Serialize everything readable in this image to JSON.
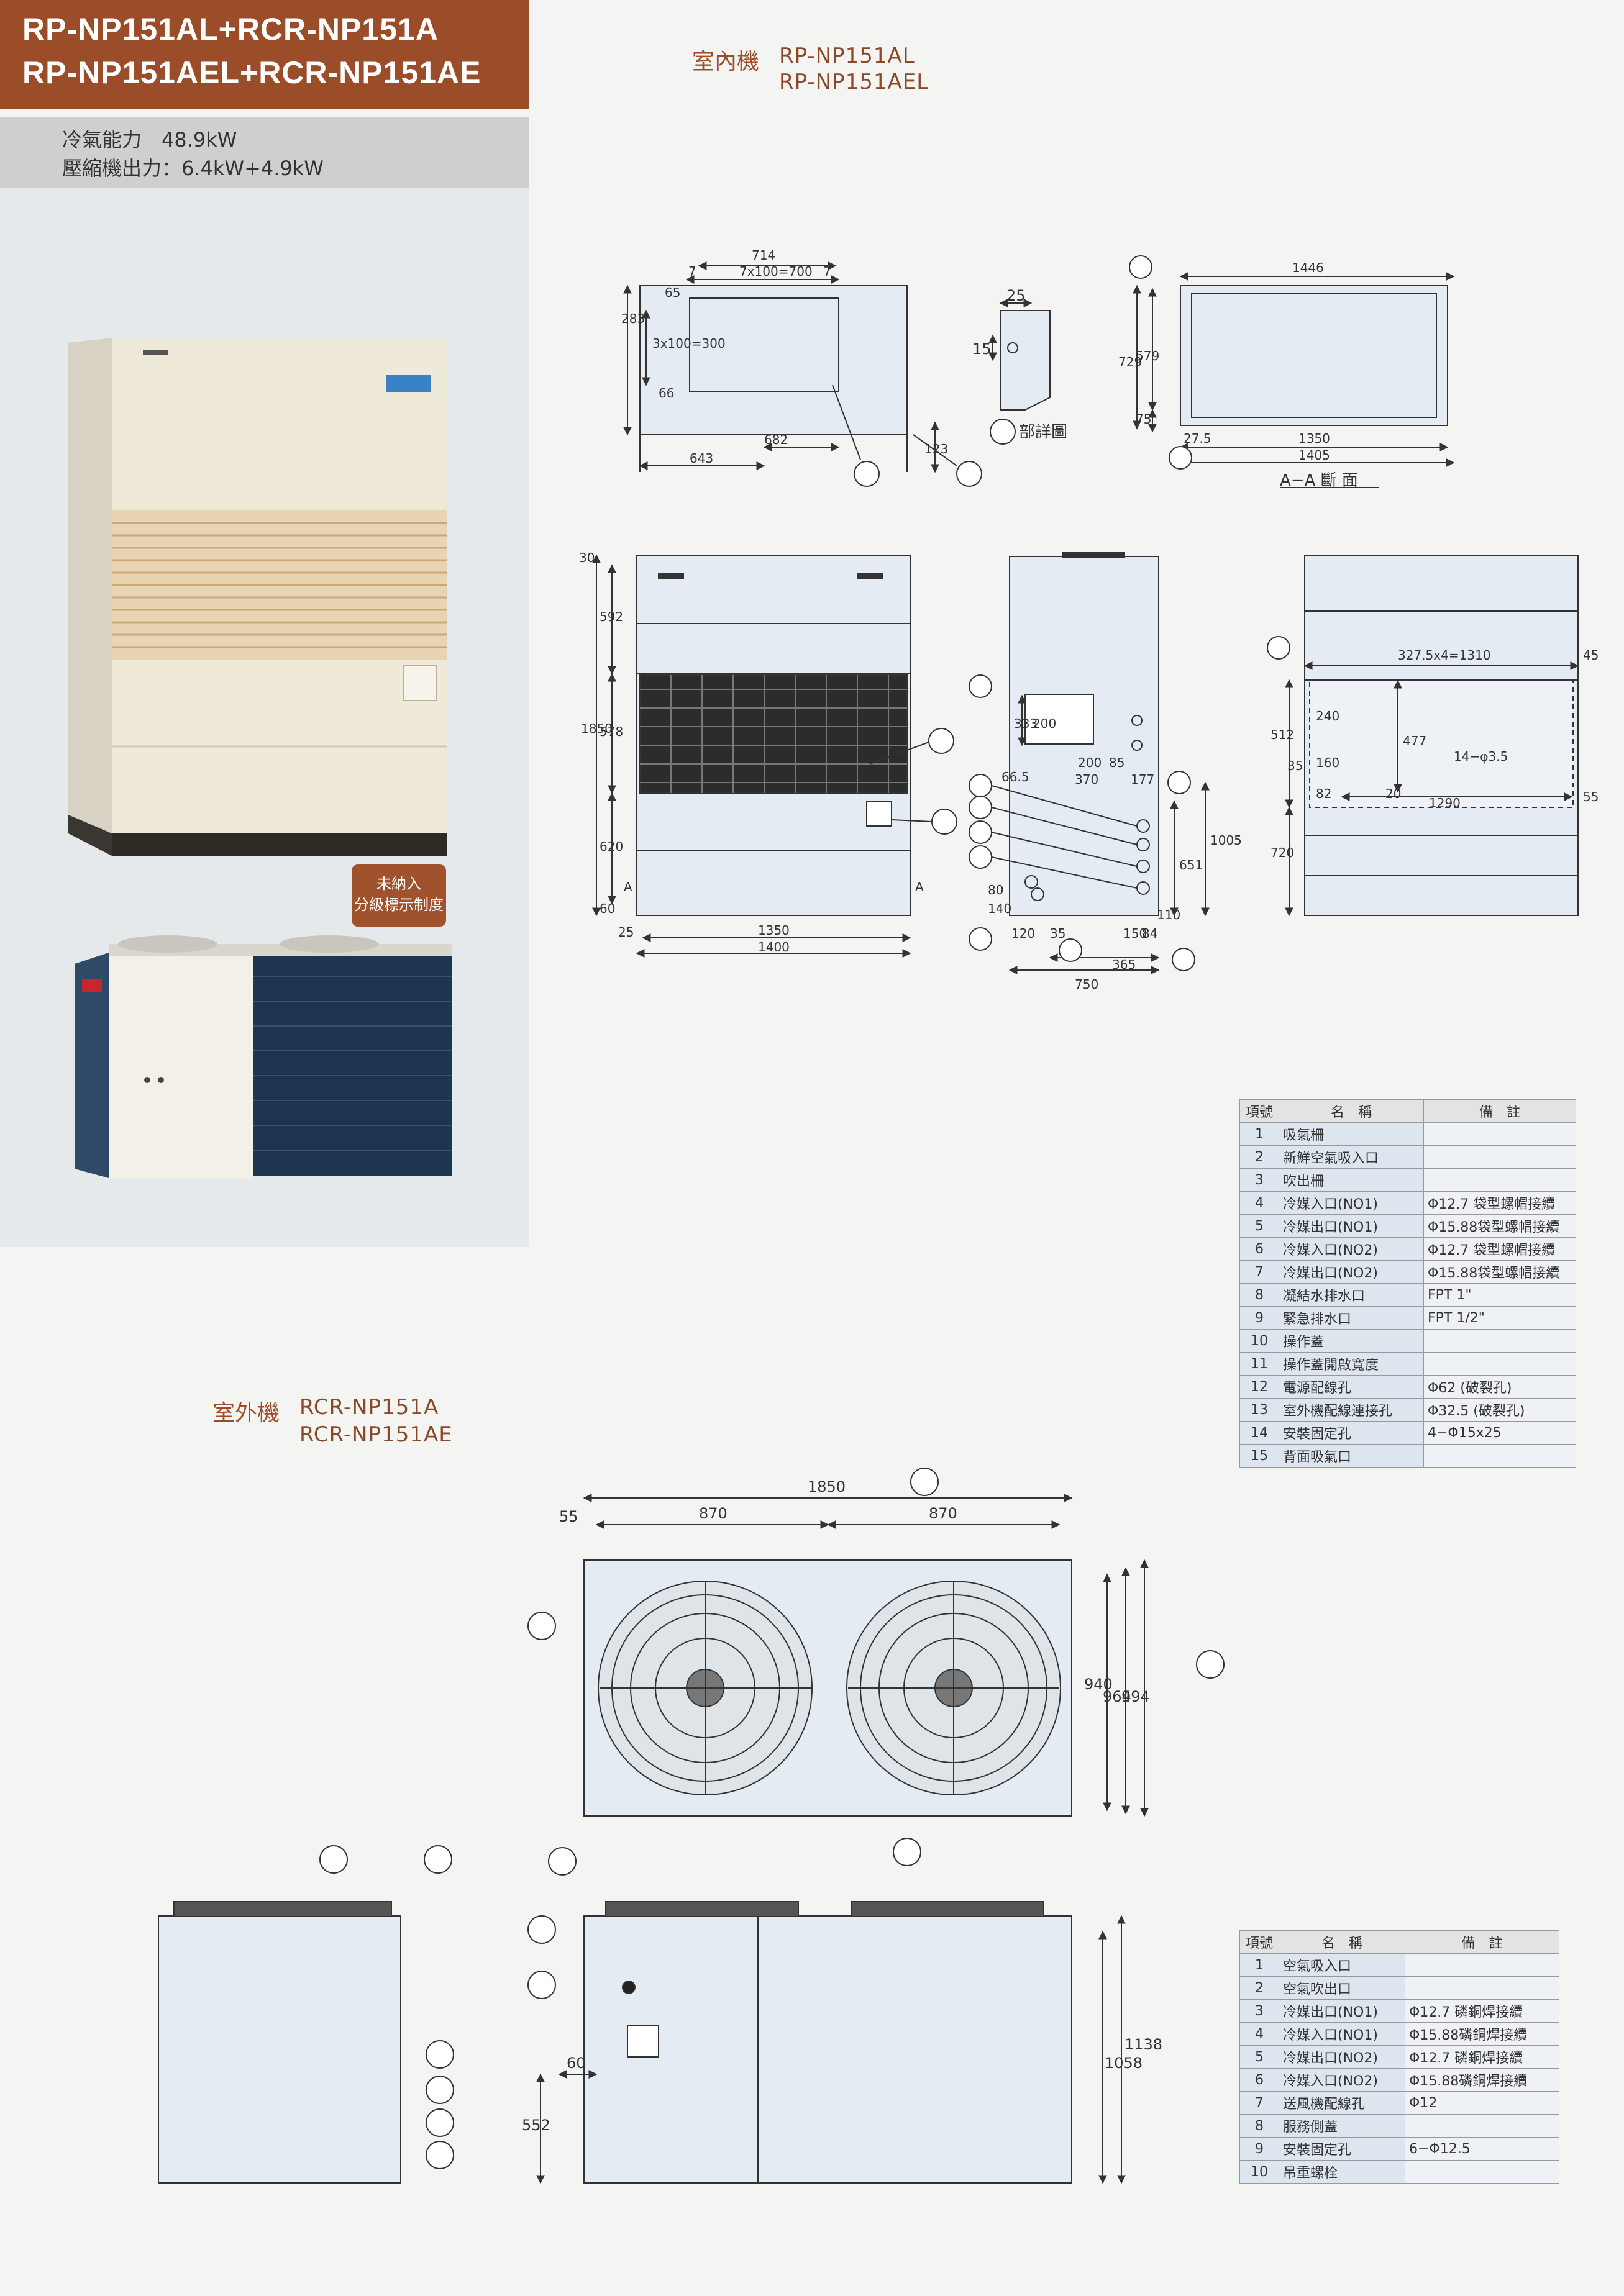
{
  "header": {
    "line1": "RP-NP151AL+RCR-NP151A",
    "line2": "RP-NP151AEL+RCR-NP151AE"
  },
  "specs": {
    "cooling": "冷氣能力　48.9kW",
    "compressor": "壓縮機出力：6.4kW+4.9kW"
  },
  "badge": {
    "line1": "未納入",
    "line2": "分級標示制度"
  },
  "indoor": {
    "title": "室內機",
    "model1": "RP-NP151AL",
    "model2": "RP-NP151AEL",
    "q_detail": "部詳圖",
    "section_label": "A−A 斷 面",
    "dims": {
      "top_714": "714",
      "top_7": "7",
      "top_7x100": "7x100=700",
      "top_7b": "7",
      "top_65": "65",
      "top_283": "283",
      "top_3x100": "3x100=300",
      "top_66": "66",
      "top_682": "682",
      "top_643": "643",
      "top_123": "123",
      "q_25": "25",
      "q_15": "15",
      "a_1446": "1446",
      "a_729": "729",
      "a_579": "579",
      "a_75": "75",
      "a_275": "27.5",
      "a_1350": "1350",
      "a_1405": "1405",
      "f_30": "30",
      "f_592": "592",
      "f_1850": "1850",
      "f_578": "578",
      "f_620": "620",
      "f_60": "60",
      "f_25": "25",
      "f_1350": "1350",
      "f_1400": "1400",
      "f_A": "A",
      "s_333": "333",
      "s_200": "200",
      "s_665": "66.5",
      "s_200b": "200",
      "s_85": "85",
      "s_370": "370",
      "s_177": "177",
      "s_1005": "1005",
      "s_651": "651",
      "s_150": "150",
      "s_110": "110",
      "s_110b": "110",
      "s_110c": "110",
      "s_80": "80",
      "s_140": "140",
      "s_120": "120",
      "s_35": "35",
      "s_84": "84",
      "s_365": "365",
      "s_750": "750",
      "r_3275": "327.5x4=1310",
      "r_45": "45",
      "r_512": "512",
      "r_240": "240",
      "r_477": "477",
      "r_35": "35",
      "r_160": "160",
      "r_82": "82",
      "r_20": "20",
      "r_1290": "1290",
      "r_55": "55",
      "r_14": "14−φ3.5",
      "r_720": "720"
    }
  },
  "indoor_legend": {
    "headers": [
      "項號",
      "名　稱",
      "備　註"
    ],
    "rows": [
      {
        "no": "1",
        "name": "吸氣柵",
        "remark": ""
      },
      {
        "no": "2",
        "name": "新鮮空氣吸入口",
        "remark": ""
      },
      {
        "no": "3",
        "name": "吹出柵",
        "remark": ""
      },
      {
        "no": "4",
        "name": "冷媒入口(NO1)",
        "remark": "Φ12.7 袋型螺帽接續"
      },
      {
        "no": "5",
        "name": "冷媒出口(NO1)",
        "remark": "Φ15.88袋型螺帽接續"
      },
      {
        "no": "6",
        "name": "冷媒入口(NO2)",
        "remark": "Φ12.7 袋型螺帽接續"
      },
      {
        "no": "7",
        "name": "冷媒出口(NO2)",
        "remark": "Φ15.88袋型螺帽接續"
      },
      {
        "no": "8",
        "name": "凝結水排水口",
        "remark": "FPT 1\""
      },
      {
        "no": "9",
        "name": "緊急排水口",
        "remark": "FPT 1/2\""
      },
      {
        "no": "10",
        "name": "操作蓋",
        "remark": ""
      },
      {
        "no": "11",
        "name": "操作蓋開啟寬度",
        "remark": ""
      },
      {
        "no": "12",
        "name": "電源配線孔",
        "remark": "Φ62 (破裂孔)"
      },
      {
        "no": "13",
        "name": "室外機配線連接孔",
        "remark": "Φ32.5 (破裂孔)"
      },
      {
        "no": "14",
        "name": "安裝固定孔",
        "remark": "4−Φ15x25"
      },
      {
        "no": "15",
        "name": "背面吸氣口",
        "remark": ""
      }
    ]
  },
  "outdoor": {
    "title": "室外機",
    "model1": "RCR-NP151A",
    "model2": "RCR-NP151AE",
    "dims": {
      "d_1850": "1850",
      "d_55": "55",
      "d_870a": "870",
      "d_870b": "870",
      "d_940": "940",
      "d_964": "964",
      "d_994": "994",
      "d_1058": "1058",
      "d_1138": "1138",
      "d_60": "60",
      "d_552": "552"
    }
  },
  "outdoor_legend": {
    "headers": [
      "項號",
      "名　稱",
      "備　註"
    ],
    "rows": [
      {
        "no": "1",
        "name": "空氣吸入口",
        "remark": ""
      },
      {
        "no": "2",
        "name": "空氣吹出口",
        "remark": ""
      },
      {
        "no": "3",
        "name": "冷媒出口(NO1)",
        "remark": "Φ12.7 磷銅焊接續"
      },
      {
        "no": "4",
        "name": "冷媒入口(NO1)",
        "remark": "Φ15.88磷銅焊接續"
      },
      {
        "no": "5",
        "name": "冷媒出口(NO2)",
        "remark": "Φ12.7 磷銅焊接續"
      },
      {
        "no": "6",
        "name": "冷媒入口(NO2)",
        "remark": "Φ15.88磷銅焊接續"
      },
      {
        "no": "7",
        "name": "送風機配線孔",
        "remark": "Φ12"
      },
      {
        "no": "8",
        "name": "服務側蓋",
        "remark": ""
      },
      {
        "no": "9",
        "name": "安裝固定孔",
        "remark": "6−Φ12.5"
      },
      {
        "no": "10",
        "name": "吊重螺栓",
        "remark": ""
      }
    ]
  },
  "colors": {
    "brand": "#9a4d28",
    "spec_band": "#cfcfcf",
    "panel": "#e6e9ec",
    "drawing_fill": "#dde6ee",
    "line": "#333333"
  }
}
